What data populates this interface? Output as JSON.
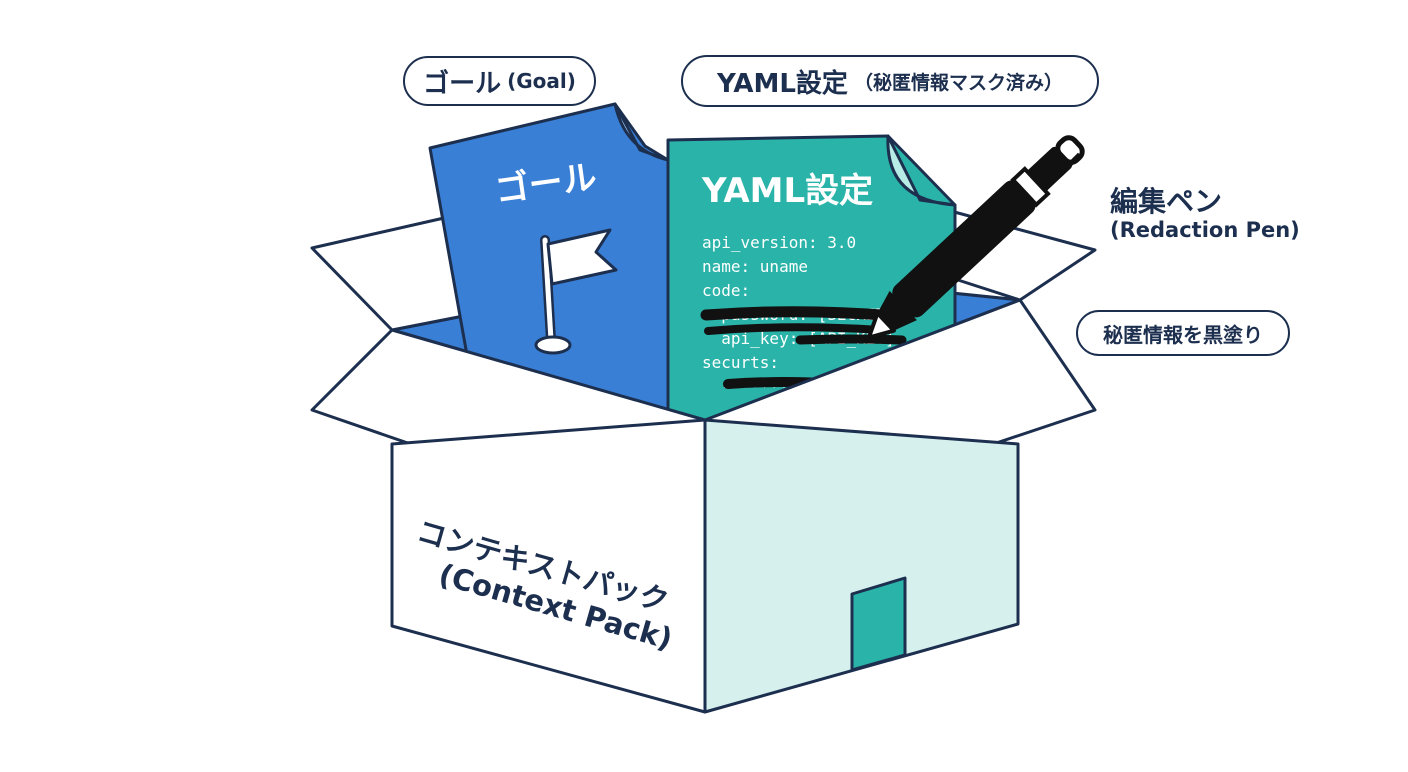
{
  "labels": {
    "goal_main": "ゴール",
    "goal_sub": "(Goal)",
    "yaml_main": "YAML設定",
    "yaml_sub": "（秘匿情報マスク済み）",
    "pen_main": "編集ペン",
    "pen_sub": "(Redaction Pen)",
    "redact_tag": "秘匿情報を黒塗り"
  },
  "goal_card": {
    "title": "ゴール"
  },
  "yaml_card": {
    "title": "YAML設定",
    "lines": [
      "api_version: 3.0",
      "name: uname",
      "code:",
      "  password: [SECRET]",
      "  api_key: [API_KEY]",
      "securts:",
      "  - ********"
    ]
  },
  "box": {
    "label_line1": "コンテキストパック",
    "label_line2": "(Context Pack)"
  },
  "colors": {
    "outline": "#1d2f4f",
    "goal_blue": "#3a7fd6",
    "yaml_teal": "#2ab3a8",
    "box_side": "#d6f0ee",
    "box_inner": "#3a7fd6",
    "door": "#2ab3a8"
  }
}
